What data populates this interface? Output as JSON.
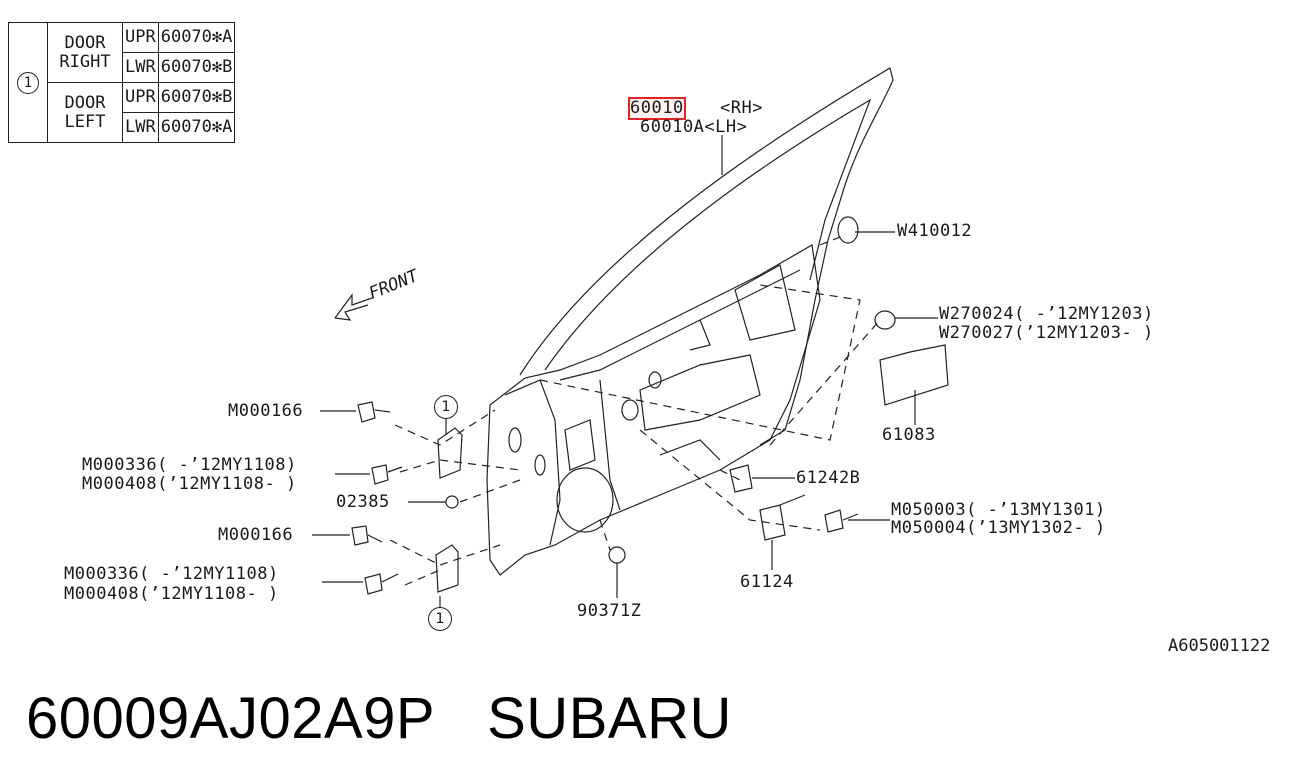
{
  "table": {
    "callout": "1",
    "rows": [
      {
        "door": "DOOR RIGHT",
        "pos": "UPR",
        "part": "60070✻A"
      },
      {
        "door": "",
        "pos": "LWR",
        "part": "60070✻B"
      },
      {
        "door": "DOOR LEFT",
        "pos": "UPR",
        "part": "60070✻B"
      },
      {
        "door": "",
        "pos": "LWR",
        "part": "60070✻A"
      }
    ],
    "door_right_line1": "DOOR",
    "door_right_line2": "RIGHT",
    "door_left_line1": "DOOR",
    "door_left_line2": "LEFT"
  },
  "direction_label": "FRONT",
  "labels": {
    "p60010": "60010",
    "rh": "<RH>",
    "p60010A": "60010A<LH>",
    "w410012": "W410012",
    "w270024": "W270024( -’12MY1203)",
    "w270027": "W270027(’12MY1203- )",
    "p61083": "61083",
    "p61242B": "61242B",
    "m050003": "M050003( -’13MY1301)",
    "m050004": "M050004(’13MY1302- )",
    "p61124": "61124",
    "p90371Z": "90371Z",
    "m000166_a": "M000166",
    "m000336_a": "M000336( -’12MY1108)",
    "m000408_a": "M000408(’12MY1108- )",
    "p02385": "02385",
    "m000166_b": "M000166",
    "m000336_b": "M000336( -’12MY1108)",
    "m000408_b": "M000408(’12MY1108- )",
    "callout_1": "1"
  },
  "reference_code": "A605001122",
  "footer": {
    "part_number": "60009AJ02A9P",
    "brand": "SUBARU"
  },
  "colors": {
    "highlight": "#e02424",
    "line": "#222222"
  }
}
